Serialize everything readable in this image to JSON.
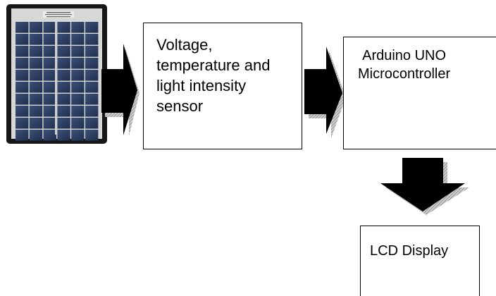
{
  "diagram": {
    "nodes": {
      "solar_panel": {
        "icon": "solar-panel-image"
      },
      "sensor": {
        "label": "Voltage,\ntemperature and\nlight intensity\nsensor"
      },
      "microcontroller": {
        "label": "Arduino UNO\nMicrocontroller"
      },
      "lcd": {
        "label": "LCD Display"
      }
    },
    "edges": [
      {
        "from": "solar_panel",
        "to": "sensor"
      },
      {
        "from": "sensor",
        "to": "microcontroller"
      },
      {
        "from": "microcontroller",
        "to": "lcd"
      }
    ],
    "colors": {
      "arrow": "#000000",
      "arrow_shadow": "#9a9a9a",
      "panel_frame": "#161616",
      "panel_cell": "#2b3d5e"
    }
  }
}
